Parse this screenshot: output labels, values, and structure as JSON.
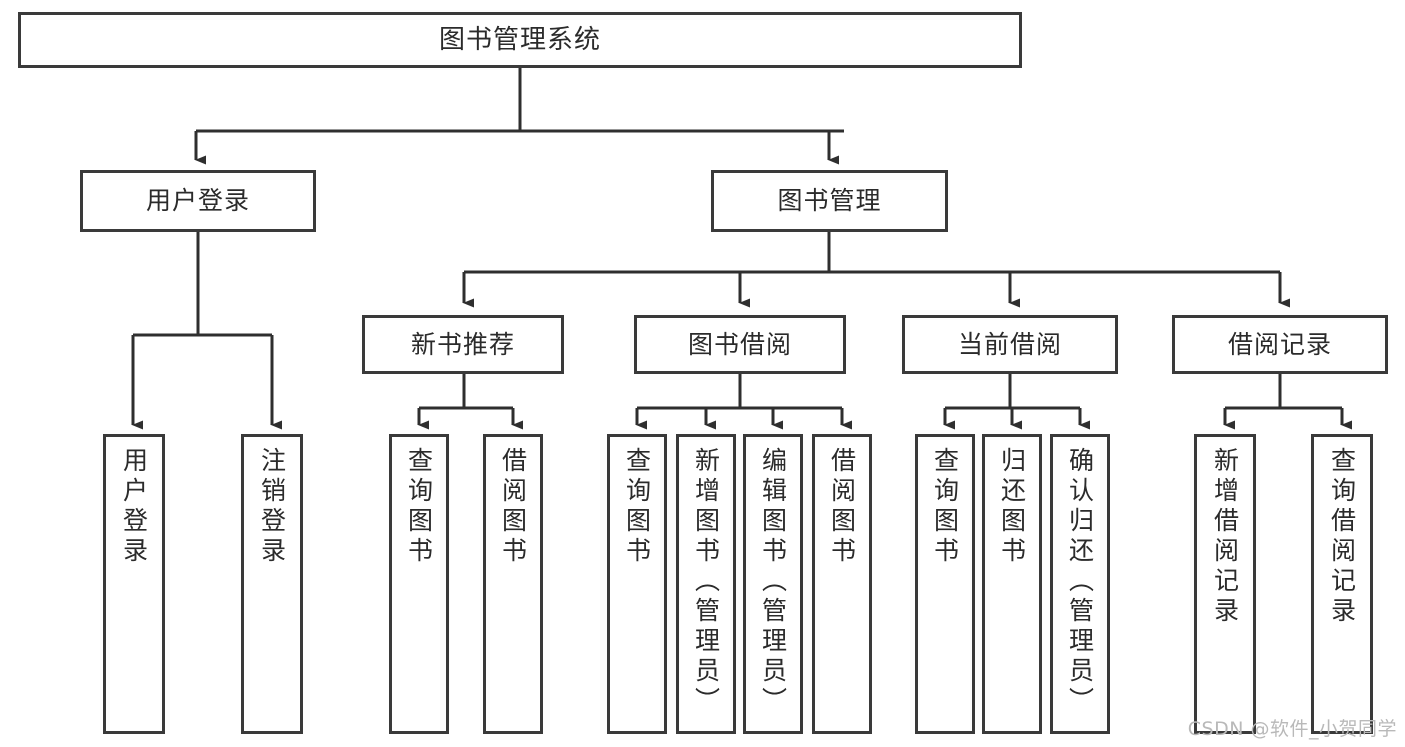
{
  "diagram": {
    "title": "图书管理系统",
    "type": "function-structure-tree",
    "watermark": "CSDN @软件_小贺同学",
    "colors": {
      "box_border": "#3a3a3a",
      "box_fill": "#ffffff",
      "edge": "#2f2f2f",
      "text": "#2b2b2b",
      "watermark": "#b9b9b9",
      "background": "#ffffff"
    },
    "root": {
      "label": "图书管理系统"
    },
    "level2": [
      {
        "label": "用户登录"
      },
      {
        "label": "图书管理"
      }
    ],
    "level3": [
      {
        "label": "新书推荐"
      },
      {
        "label": "图书借阅"
      },
      {
        "label": "当前借阅"
      },
      {
        "label": "借阅记录"
      }
    ],
    "leaves_user_login": [
      {
        "label": "用户登录"
      },
      {
        "label": "注销登录"
      }
    ],
    "leaves_new_book": [
      {
        "label": "查询图书"
      },
      {
        "label": "借阅图书"
      }
    ],
    "leaves_borrow": [
      {
        "label": "查询图书"
      },
      {
        "label": "新增图书（管理员）"
      },
      {
        "label": "编辑图书（管理员）"
      },
      {
        "label": "借阅图书"
      }
    ],
    "leaves_current": [
      {
        "label": "查询图书"
      },
      {
        "label": "归还图书"
      },
      {
        "label": "确认归还（管理员）"
      }
    ],
    "leaves_record": [
      {
        "label": "新增借阅记录"
      },
      {
        "label": "查询借阅记录"
      }
    ]
  }
}
